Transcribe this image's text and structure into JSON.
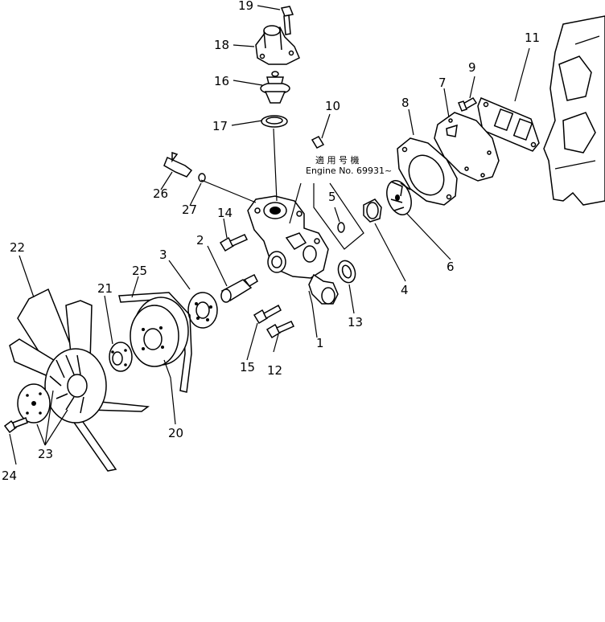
{
  "callouts": [
    {
      "id": "label-1",
      "text": "1"
    },
    {
      "id": "label-2",
      "text": "2"
    },
    {
      "id": "label-3",
      "text": "3"
    },
    {
      "id": "label-4",
      "text": "4"
    },
    {
      "id": "label-5",
      "text": "5"
    },
    {
      "id": "label-6",
      "text": "6"
    },
    {
      "id": "label-7",
      "text": "7"
    },
    {
      "id": "label-8",
      "text": "8"
    },
    {
      "id": "label-9",
      "text": "9"
    },
    {
      "id": "label-10",
      "text": "10"
    },
    {
      "id": "label-11",
      "text": "11"
    },
    {
      "id": "label-12",
      "text": "12"
    },
    {
      "id": "label-13",
      "text": "13"
    },
    {
      "id": "label-14",
      "text": "14"
    },
    {
      "id": "label-15",
      "text": "15"
    },
    {
      "id": "label-16",
      "text": "16"
    },
    {
      "id": "label-17",
      "text": "17"
    },
    {
      "id": "label-18",
      "text": "18"
    },
    {
      "id": "label-19",
      "text": "19"
    },
    {
      "id": "label-20",
      "text": "20"
    },
    {
      "id": "label-21",
      "text": "21"
    },
    {
      "id": "label-22",
      "text": "22"
    },
    {
      "id": "label-23",
      "text": "23"
    },
    {
      "id": "label-24",
      "text": "24"
    },
    {
      "id": "label-25",
      "text": "25"
    },
    {
      "id": "label-26",
      "text": "26"
    },
    {
      "id": "label-27",
      "text": "27"
    }
  ],
  "note": {
    "jp": "適 用 号 機",
    "serial": "Engine No. 69931~"
  }
}
